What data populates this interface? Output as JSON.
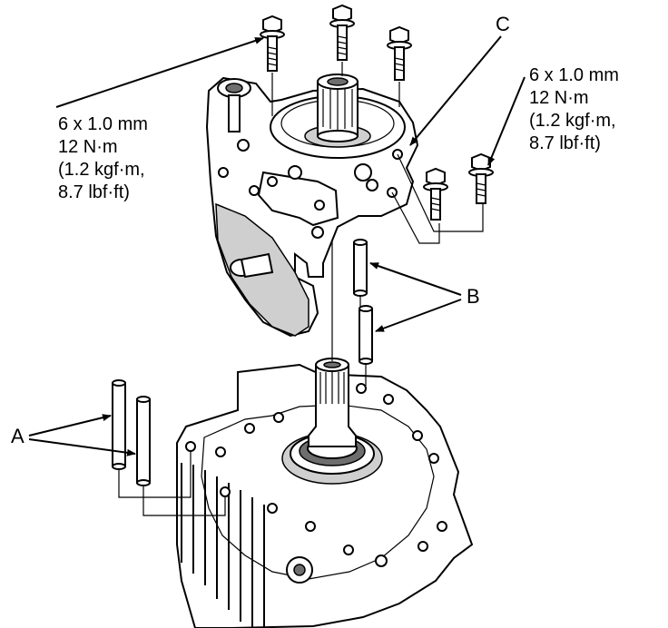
{
  "labels": {
    "a": "A",
    "b": "B",
    "c": "C"
  },
  "spec_left": {
    "line1": "6 x 1.0 mm",
    "line2": "12 N·m",
    "line3": "(1.2 kgf·m,",
    "line4": "8.7 lbf·ft)"
  },
  "spec_right": {
    "line1": "6 x 1.0 mm",
    "line2": "12 N·m",
    "line3": "(1.2 kgf·m,",
    "line4": "8.7 lbf·ft)"
  }
}
